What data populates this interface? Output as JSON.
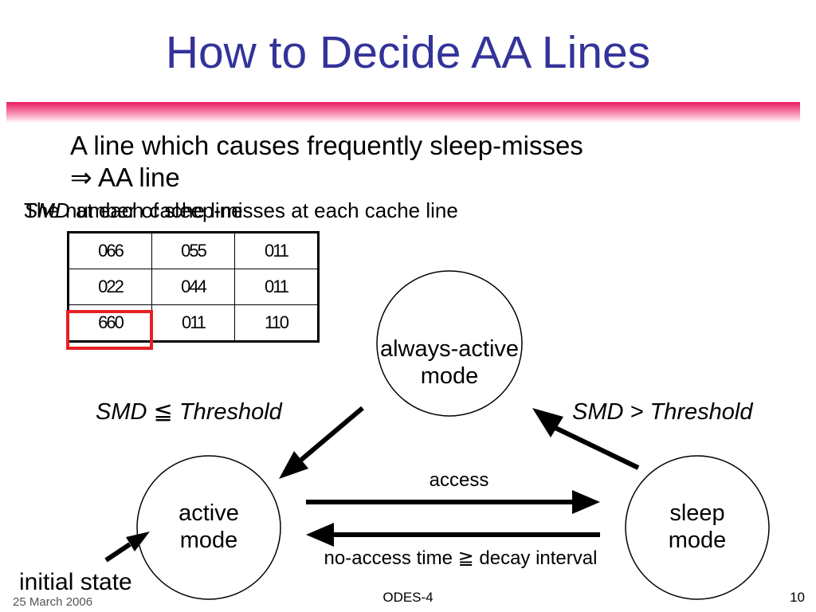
{
  "slide": {
    "title": "How to Decide AA Lines",
    "bullet_line_1": "A line which causes frequently sleep-misses",
    "bullet_line_2": "⇒ AA line",
    "caption_overlap_a": "SMD at each cache line",
    "caption_overlap_b": "The number of sleep-misses at each cache line",
    "page_number": "10",
    "footer_center": "ODES-4",
    "footer_left": "25 March 2006"
  },
  "table": {
    "rows": [
      [
        "066",
        "055",
        "011"
      ],
      [
        "022",
        "044",
        "011"
      ],
      [
        "660",
        "011",
        "110"
      ]
    ],
    "highlight_color": "#e81f25"
  },
  "diagram": {
    "always_active": {
      "line1": "always-active",
      "line2": "mode"
    },
    "active": {
      "line1": "active",
      "line2": "mode"
    },
    "sleep": {
      "line1": "sleep",
      "line2": "mode"
    },
    "edge_to_active": "SMD ≦ Threshold",
    "edge_to_always_active": "SMD > Threshold",
    "edge_access": "access",
    "edge_no_access": "no-access time ≧ decay interval",
    "initial": "initial state"
  },
  "colors": {
    "title": "#333399",
    "accent_bar": "#e81e62",
    "text": "#000000"
  }
}
